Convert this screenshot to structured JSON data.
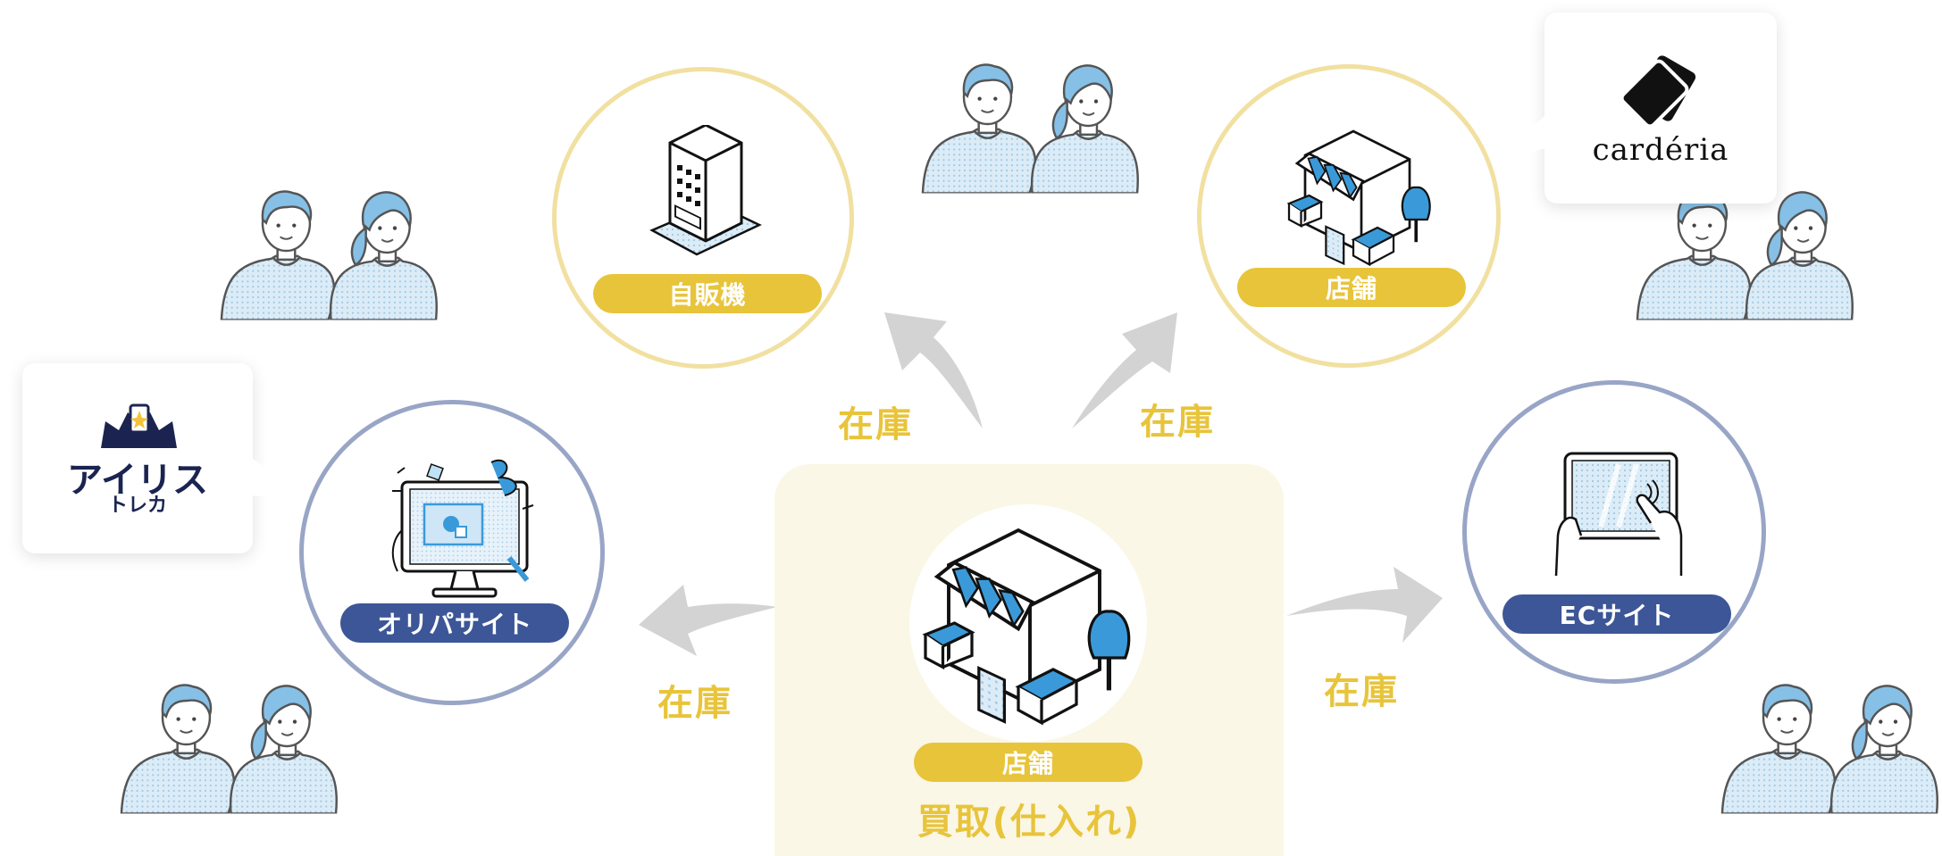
{
  "nodes": {
    "vending": {
      "label": "自販機"
    },
    "store_top": {
      "label": "店舗"
    },
    "oripa": {
      "label": "オリパサイト"
    },
    "ec": {
      "label": "ECサイト"
    },
    "center": {
      "label": "店舗",
      "caption": "買取(仕入れ)"
    }
  },
  "flows": {
    "to_vending": "在庫",
    "to_store": "在庫",
    "to_oripa": "在庫",
    "to_ec": "在庫"
  },
  "brands": {
    "carderia": "cardéria",
    "iris_main": "アイリス",
    "iris_sub": "トレカ"
  },
  "colors": {
    "accent_yellow": "#e8c43b",
    "accent_blue": "#3c5697",
    "circle_yellow": "#f1e0a0",
    "circle_blue": "#98a5c6",
    "arrow_gray": "#d3d3d3",
    "illustration_blue": "#3a9ad9"
  }
}
